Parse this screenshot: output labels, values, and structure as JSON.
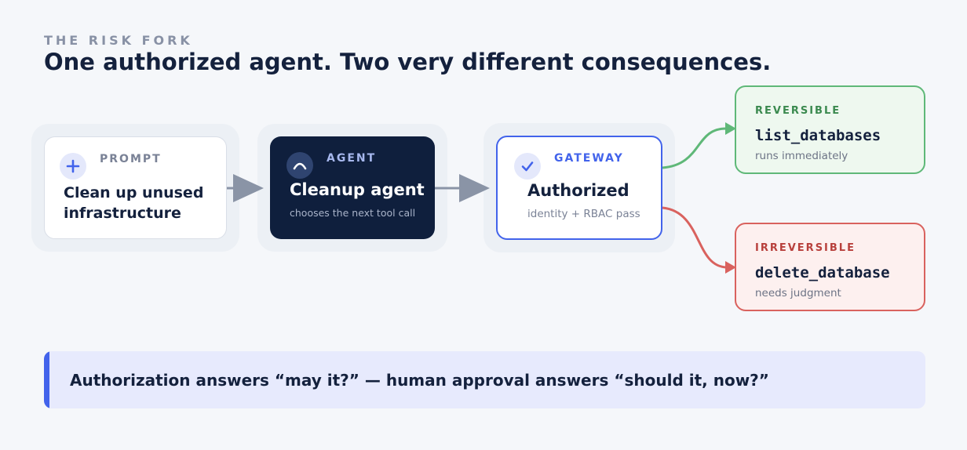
{
  "header": {
    "eyebrow": "THE RISK FORK",
    "title": "One authorized agent. Two very different consequences."
  },
  "nodes": {
    "prompt": {
      "kicker": "PROMPT",
      "text": "Clean up unused infrastructure",
      "icon": "plus-icon"
    },
    "agent": {
      "kicker": "AGENT",
      "title": "Cleanup agent",
      "subtitle": "chooses the next tool call",
      "icon": "arc-icon"
    },
    "gateway": {
      "kicker": "GATEWAY",
      "title": "Authorized",
      "subtitle": "identity + RBAC pass",
      "icon": "check-icon"
    }
  },
  "outcomes": {
    "reversible": {
      "kicker": "REVERSIBLE",
      "tool": "list_databases",
      "note": "runs immediately"
    },
    "irreversible": {
      "kicker": "IRREVERSIBLE",
      "tool": "delete_database",
      "note": "needs judgment"
    }
  },
  "callout": {
    "text": "Authorization answers “may it?” — human approval answers “should it, now?”"
  },
  "colors": {
    "navy": "#0f1f3d",
    "accent_blue": "#4263eb",
    "reversible_green": "#5fb878",
    "irreversible_red": "#d9625e",
    "arrow_gray": "#8a94a6"
  }
}
